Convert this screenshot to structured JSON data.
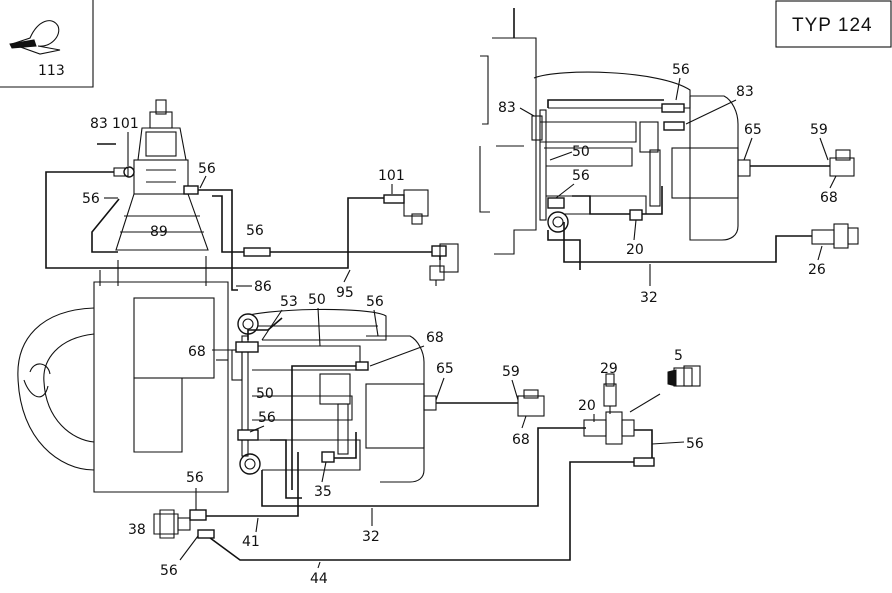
{
  "title_box": {
    "text": "TYP 124"
  },
  "inset": {
    "part_no": "113"
  },
  "callouts": {
    "p113": "113",
    "left_83": "83",
    "left_101a": "101",
    "left_56a": "56",
    "left_56b": "56",
    "left_89": "89",
    "left_56c": "56",
    "left_101b": "101",
    "left_86": "86",
    "left_95": "95",
    "mid_53": "53",
    "mid_50a": "50",
    "mid_56a": "56",
    "mid_68a": "68",
    "mid_68b": "68",
    "mid_50b": "50",
    "mid_56b": "56",
    "mid_65": "65",
    "mid_59": "59",
    "mid_68c": "68",
    "mid_29": "29",
    "mid_5": "5",
    "mid_20": "20",
    "mid_56c": "56",
    "mid_35": "35",
    "mid_56d": "56",
    "mid_38": "38",
    "mid_41": "41",
    "mid_32": "32",
    "mid_56e": "56",
    "mid_44": "44",
    "top_56": "56",
    "top_83a": "83",
    "top_83b": "83",
    "top_50": "50",
    "top_56b": "56",
    "top_65": "65",
    "top_59": "59",
    "top_68": "68",
    "top_20": "20",
    "top_26": "26",
    "top_32": "32"
  }
}
